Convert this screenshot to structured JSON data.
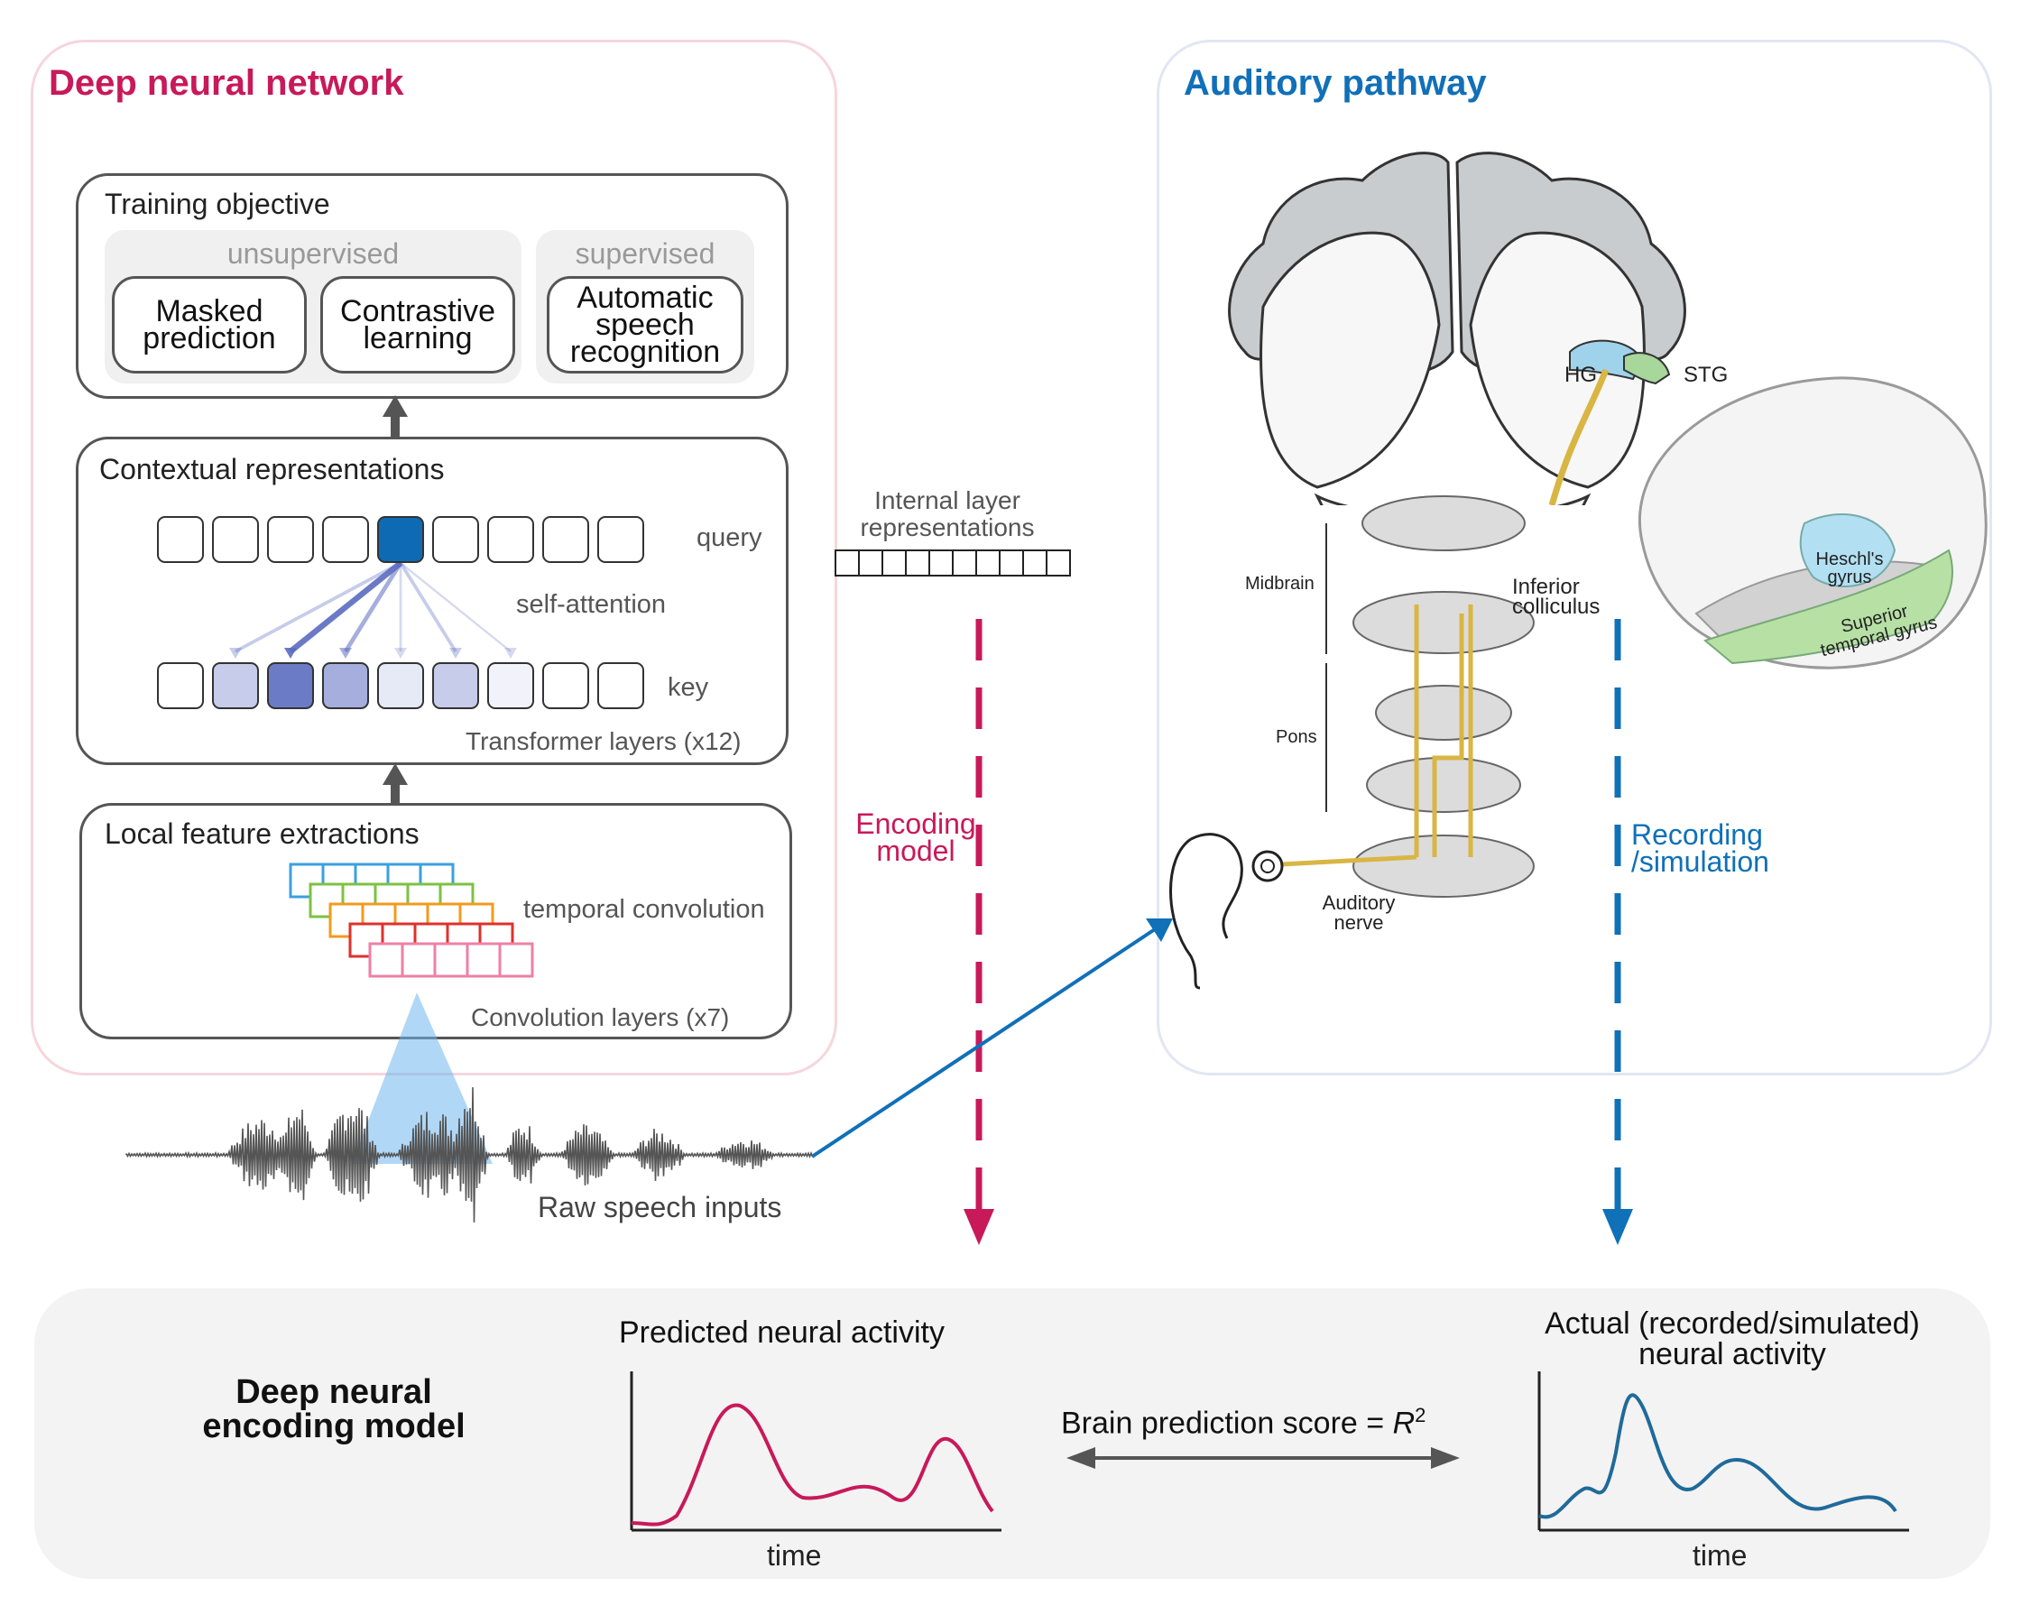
{
  "dnn": {
    "title": "Deep neural network",
    "training": {
      "title": "Training objective",
      "unsupervised_label": "unsupervised",
      "supervised_label": "supervised",
      "masked": [
        "Masked",
        "prediction"
      ],
      "contrastive": [
        "Contrastive",
        "learning"
      ],
      "asr": [
        "Automatic",
        "speech",
        "recognition"
      ]
    },
    "contextual": {
      "title": "Contextual representations",
      "query_label": "query",
      "key_label": "key",
      "attention_label": "self-attention",
      "caption": "Transformer layers (x12)"
    },
    "local": {
      "title": "Local feature extractions",
      "conv_label": "temporal convolution",
      "caption": "Convolution layers (x7)"
    },
    "raw_label": "Raw speech inputs"
  },
  "middle": {
    "internal_label": [
      "Internal layer",
      "representations"
    ],
    "encoding_label": [
      "Encoding",
      "model"
    ],
    "recording_label": [
      "Recording",
      "/simulation"
    ]
  },
  "auditory": {
    "title": "Auditory pathway",
    "labels": {
      "hg": "HG",
      "stg": "STG",
      "midbrain": "Midbrain",
      "pons": "Pons",
      "inferior": [
        "Inferior",
        "colliculus"
      ],
      "nerve": [
        "Auditory",
        "nerve"
      ],
      "heschl": [
        "Heschl's",
        "gyrus"
      ],
      "superior": [
        "Superior",
        "temporal gyrus"
      ]
    }
  },
  "bottom": {
    "title": [
      "Deep neural",
      "encoding model"
    ],
    "predicted_title": "Predicted neural activity",
    "actual_title": [
      "Actual (recorded/simulated)",
      "neural activity"
    ],
    "score_label": "Brain prediction score = ",
    "score_var": "R",
    "score_exp": "2",
    "time_label": "time"
  },
  "colors": {
    "dnn_accent": "#c8195a",
    "auditory_accent": "#1070b8",
    "query_active": "#0f6ab4",
    "attention": "#5b6cc0",
    "predicted_line": "#c8195a",
    "actual_line": "#1f6a9a"
  },
  "attention_weights": [
    0,
    0.35,
    0.9,
    0.55,
    0.15,
    0.35,
    0.08,
    0,
    0
  ]
}
